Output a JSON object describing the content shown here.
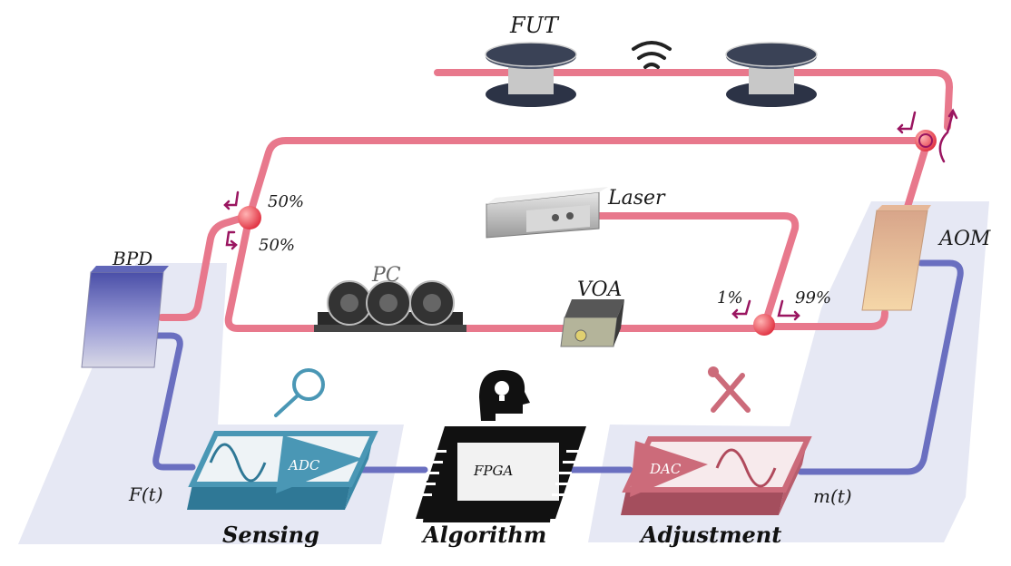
{
  "labels": {
    "fut": "FUT",
    "laser": "Laser",
    "aom": "AOM",
    "bpd": "BPD",
    "pc": "PC",
    "voa": "VOA",
    "split_top": "50%",
    "split_bottom": "50%",
    "tap_low": "1%",
    "tap_high": "99%",
    "adc": "ADC",
    "fpga": "FPGA",
    "dac": "DAC",
    "signal_in": "F(t)",
    "signal_out": "m(t)"
  },
  "captions": {
    "sensing": "Sensing",
    "algorithm": "Algorithm",
    "adjustment": "Adjustment"
  },
  "icons": {
    "sensing": "magnifier-icon",
    "algorithm": "head-lightbulb-icon",
    "adjustment": "wrench-screwdriver-icon",
    "fut": "wireless-waves-icon"
  },
  "colors": {
    "optical_fiber": "#e8788c",
    "electrical_wire": "#6a6fc0",
    "coupler": "#e8444f",
    "direction_arrow": "#9a1560",
    "adc_block": "#4a97b5",
    "dac_block": "#cc6b7a",
    "fpga_block": "#111111",
    "background_region": "#e6e8f4"
  }
}
